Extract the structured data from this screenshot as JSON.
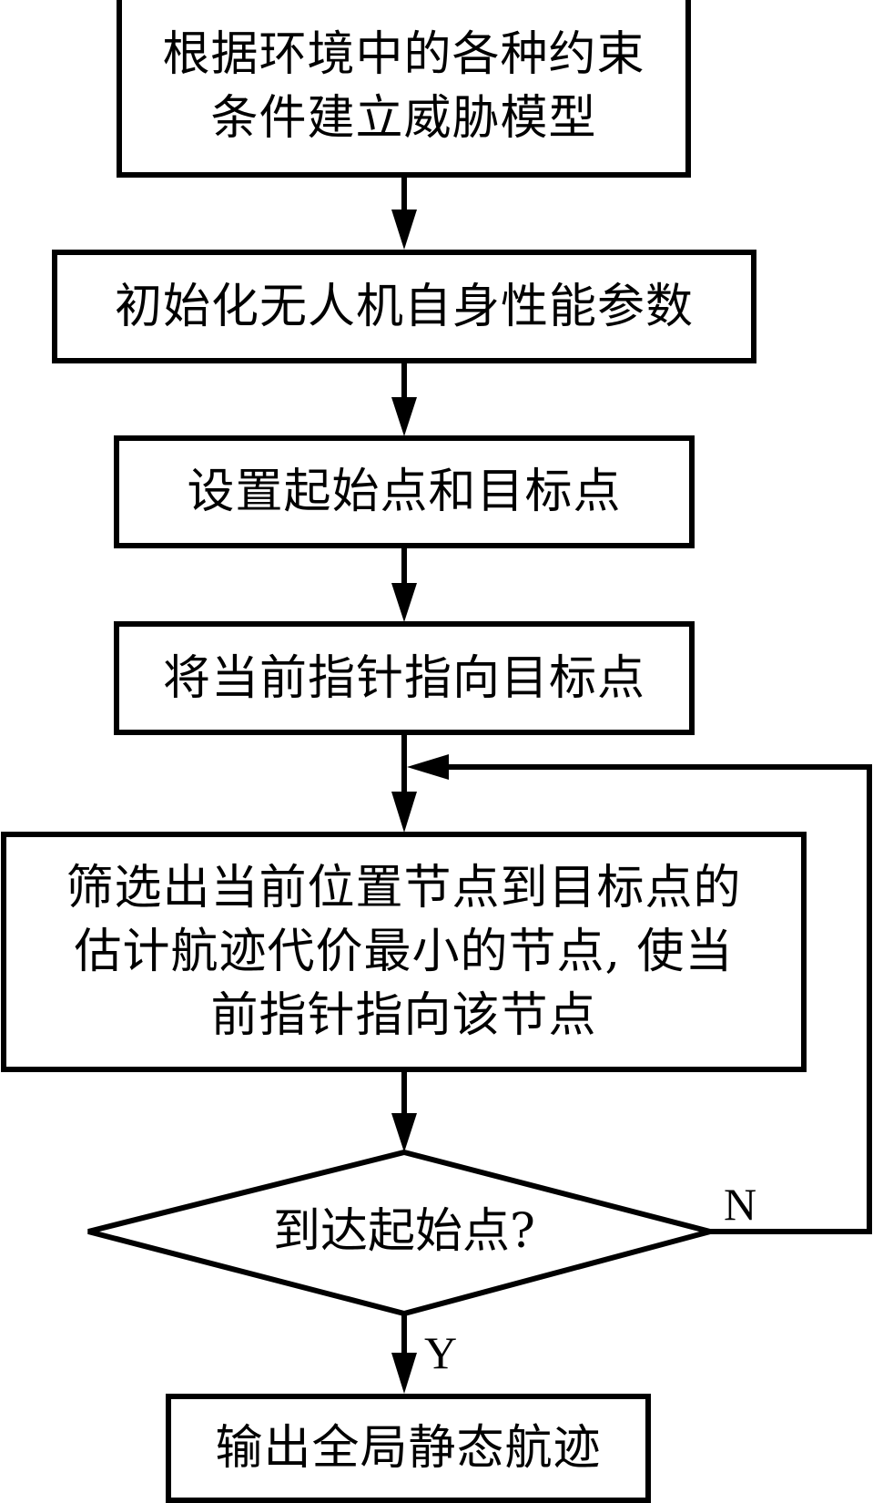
{
  "steps": {
    "s1": {
      "line1": "根据环境中的各种约束",
      "line2": "条件建立威胁模型"
    },
    "s2": {
      "text": "初始化无人机自身性能参数"
    },
    "s3": {
      "text": "设置起始点和目标点"
    },
    "s4": {
      "text": "将当前指针指向目标点"
    },
    "s5": {
      "line1": "筛选出当前位置节点到目标点的",
      "line2": "估计航迹代价最小的节点, 使当",
      "line3": "前指针指向该节点"
    },
    "decision": {
      "text": "到达起始点?"
    },
    "s6": {
      "text": "输出全局静态航迹"
    }
  },
  "labels": {
    "no": "N",
    "yes": "Y"
  },
  "colors": {
    "stroke": "#000000",
    "background": "#ffffff"
  }
}
